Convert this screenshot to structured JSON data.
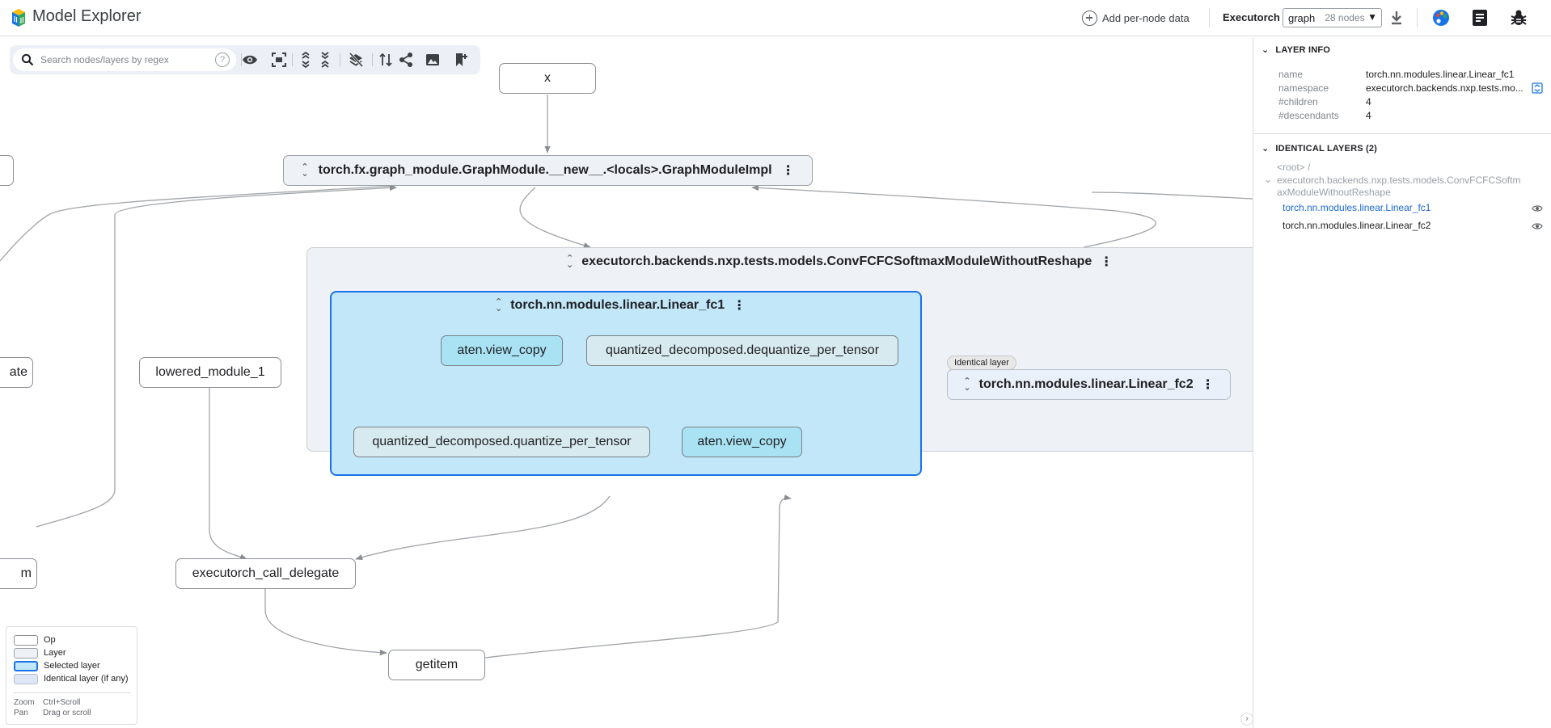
{
  "app": {
    "title": "Model Explorer"
  },
  "header": {
    "add_data_label": "Add per-node data",
    "adapter_label": "Executorch",
    "graph_select": {
      "value": "graph",
      "node_count": "28 nodes"
    }
  },
  "toolbar": {
    "search_placeholder": "Search nodes/layers by regex",
    "help_label": "?"
  },
  "graph": {
    "nodes": {
      "x": "x",
      "lowered_module": "lowered_module_1",
      "call_delegate": "executorch_call_delegate",
      "getitem": "getitem",
      "left_partial_1": "ate",
      "left_partial_2": "m",
      "view_copy_1": "aten.view_copy",
      "dequantize": "quantized_decomposed.dequantize_per_tensor",
      "quantize": "quantized_decomposed.quantize_per_tensor",
      "view_copy_2": "aten.view_copy"
    },
    "layers": {
      "graph_module": "torch.fx.graph_module.GraphModule.__new__.<locals>.GraphModuleImpl",
      "conv_module": "executorch.backends.nxp.tests.models.ConvFCFCSoftmaxModuleWithoutReshape",
      "fc1": "torch.nn.modules.linear.Linear_fc1",
      "fc2": "torch.nn.modules.linear.Linear_fc2"
    },
    "identical_badge": "Identical layer",
    "menu_glyph": "⋮"
  },
  "legend": {
    "items": [
      "Op",
      "Layer",
      "Selected layer",
      "Identical layer (if any)"
    ],
    "hints": [
      {
        "label": "Zoom",
        "value": "Ctrl+Scroll"
      },
      {
        "label": "Pan",
        "value": "Drag or scroll"
      }
    ]
  },
  "panel": {
    "layer_info": {
      "title": "LAYER INFO",
      "rows": [
        {
          "key": "name",
          "value": "torch.nn.modules.linear.Linear_fc1"
        },
        {
          "key": "namespace",
          "value": "executorch.backends.nxp.tests.mo..."
        },
        {
          "key": "#children",
          "value": "4"
        },
        {
          "key": "#descendants",
          "value": "4"
        }
      ]
    },
    "identical_layers": {
      "title": "IDENTICAL LAYERS (2)",
      "root": "<root> /",
      "path_line1": "executorch.backends.nxp.tests.models.ConvFCFCSoftm",
      "path_line2": "axModuleWithoutReshape",
      "items": [
        "torch.nn.modules.linear.Linear_fc1",
        "torch.nn.modules.linear.Linear_fc2"
      ]
    }
  },
  "colors": {
    "selected_border": "#1a73e8",
    "selected_fill": "#c2e7f9",
    "layer_fill": "#eef2f7",
    "link": "#1967d2"
  }
}
